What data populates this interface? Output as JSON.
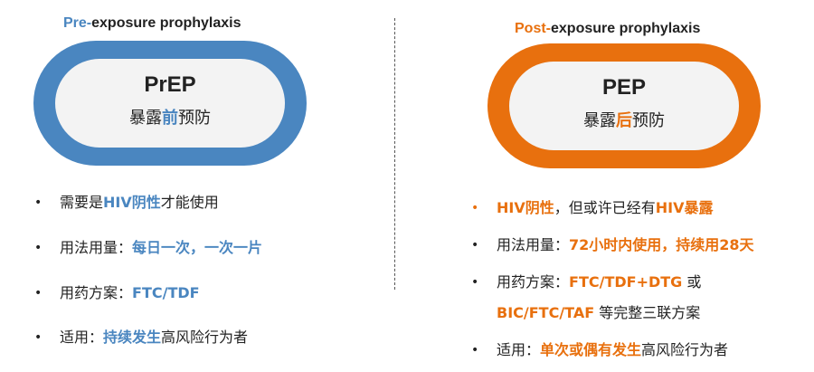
{
  "left": {
    "heading_accent": "Pre-",
    "heading_rest": "exposure prophylaxis",
    "pill_title": "PrEP",
    "pill_sub_before": "暴露",
    "pill_sub_highlight": "前",
    "pill_sub_after": "预防",
    "accent_color": "#4a86c0",
    "bullets": [
      {
        "a": "需要是",
        "b": "HIV阴性",
        "c": "才能使用"
      },
      {
        "a": "用法用量：",
        "b": "每日一次，一次一片",
        "c": ""
      },
      {
        "a": "用药方案：",
        "b": "FTC/TDF",
        "c": ""
      },
      {
        "a": "适用：",
        "b": "持续发生",
        "c": "高风险行为者"
      }
    ]
  },
  "right": {
    "heading_accent": "Post-",
    "heading_rest": "exposure prophylaxis",
    "pill_title": "PEP",
    "pill_sub_before": "暴露",
    "pill_sub_highlight": "后",
    "pill_sub_after": "预防",
    "accent_color": "#e8700e",
    "bullets": [
      {
        "a": "",
        "b": "HIV阴性",
        "c": "，但或许已经有",
        "d": "HIV暴露"
      },
      {
        "a": "用法用量：",
        "b": "72小时内使用，持续用28天",
        "c": ""
      },
      {
        "a": "用药方案：",
        "b": "FTC/TDF+DTG",
        "c": " 或"
      },
      {
        "a": "",
        "b": "BIC/FTC/TAF",
        "c": " 等完整三联方案"
      },
      {
        "a": "适用：",
        "b": "单次或偶有发生",
        "c": "高风险行为者"
      }
    ]
  },
  "bullet_glyph": "•"
}
